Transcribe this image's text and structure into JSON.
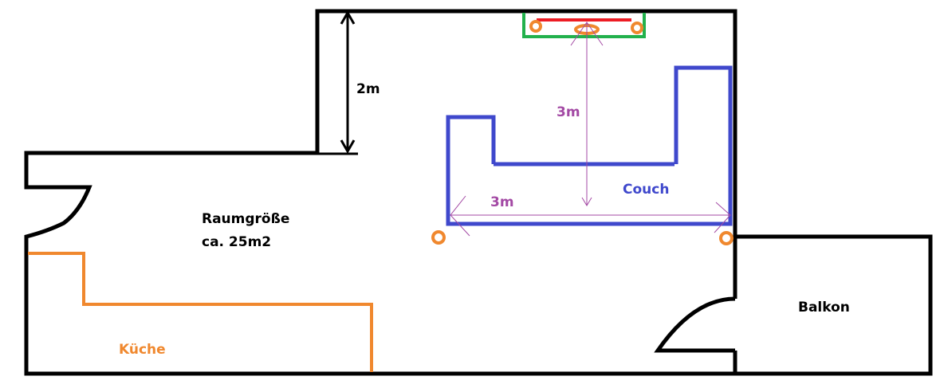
{
  "labels": {
    "wall_depth": "2m",
    "tv_distance": "3m",
    "couch_width": "3m",
    "couch": "Couch",
    "room_size_line1": "Raumgröße",
    "room_size_line2": "ca. 25m2",
    "kitchen": "Küche",
    "balcony": "Balkon"
  },
  "colors": {
    "walls": "#000000",
    "couch": "#3f48cc",
    "kitchen": "#f0882e",
    "dimensions": "#a349a4",
    "tv_stand": "#22b14c",
    "tv": "#ed1c24",
    "lamps": "#f0882e"
  }
}
